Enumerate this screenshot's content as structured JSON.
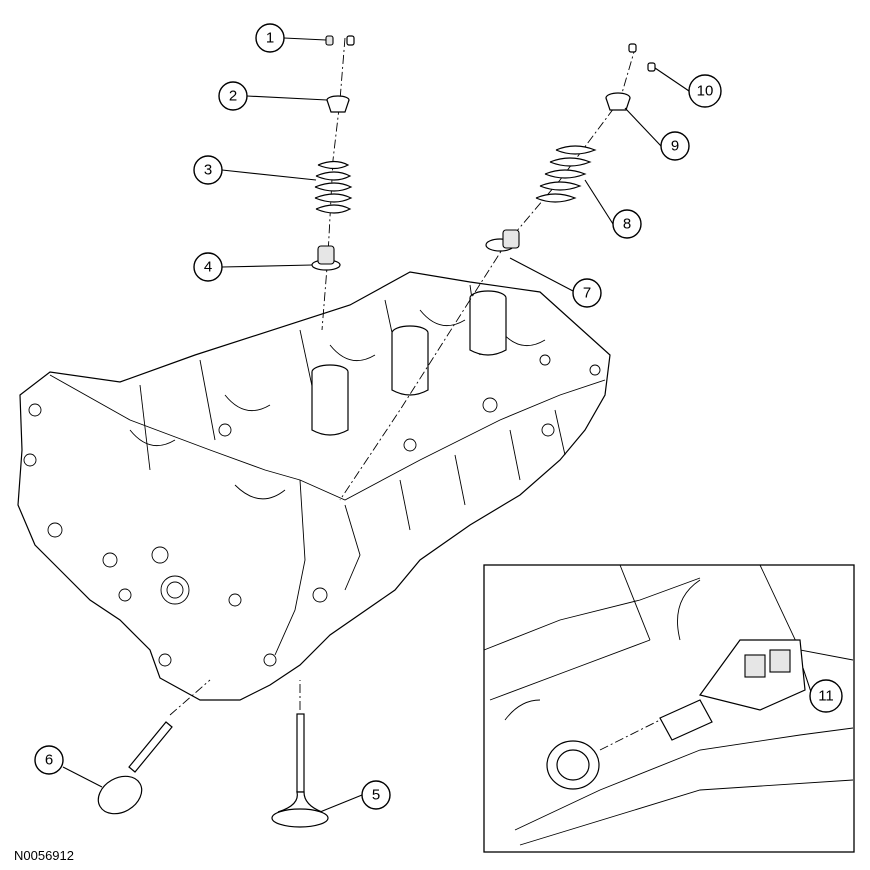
{
  "figure_id": "N0056912",
  "callouts": [
    "1",
    "2",
    "3",
    "4",
    "5",
    "6",
    "7",
    "8",
    "9",
    "10",
    "11"
  ]
}
